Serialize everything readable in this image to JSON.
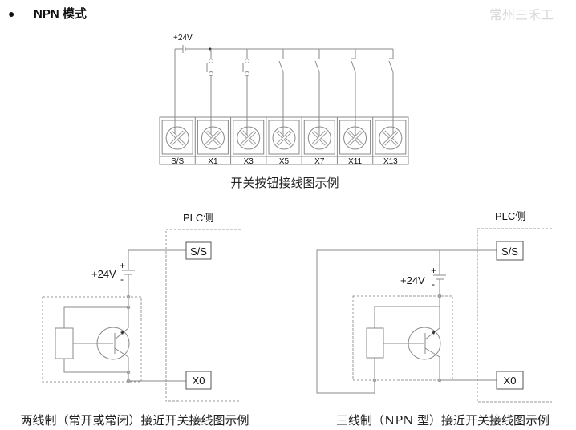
{
  "heading": {
    "bullet": "●",
    "title": "NPN 模式"
  },
  "watermark": "常州三禾工",
  "top_diagram": {
    "supply_label": "+24V",
    "terminals": [
      "S/S",
      "X1",
      "X3",
      "X5",
      "X7",
      "X11",
      "X13"
    ],
    "caption": "开关按钮接线图示例"
  },
  "two_wire": {
    "plc_label": "PLC侧",
    "ss_label": "S/S",
    "x0_label": "X0",
    "supply_label": "+24V",
    "plus": "+",
    "minus": "-",
    "caption": "两线制（常开或常闭）接近开关接线图示例"
  },
  "three_wire": {
    "plc_label": "PLC侧",
    "ss_label": "S/S",
    "x0_label": "X0",
    "supply_label": "+24V",
    "plus": "+",
    "minus": "-",
    "caption": "三线制（NPN 型）接近开关接线图示例"
  },
  "colors": {
    "wire": "#8a8a8a",
    "text": "#111111",
    "watermark": "#d8d8d8"
  }
}
